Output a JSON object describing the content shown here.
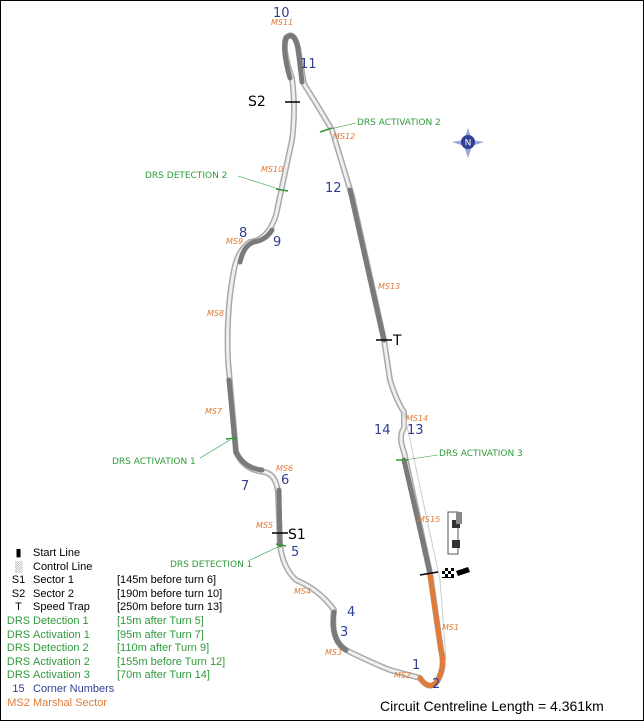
{
  "corners": [
    {
      "id": "c1",
      "label": "1"
    },
    {
      "id": "c2",
      "label": "2"
    },
    {
      "id": "c3",
      "label": "3"
    },
    {
      "id": "c4",
      "label": "4"
    },
    {
      "id": "c5",
      "label": "5"
    },
    {
      "id": "c6",
      "label": "6"
    },
    {
      "id": "c7",
      "label": "7"
    },
    {
      "id": "c8",
      "label": "8"
    },
    {
      "id": "c9",
      "label": "9"
    },
    {
      "id": "c10",
      "label": "10"
    },
    {
      "id": "c11",
      "label": "11"
    },
    {
      "id": "c12",
      "label": "12"
    },
    {
      "id": "c13",
      "label": "13"
    },
    {
      "id": "c14",
      "label": "14"
    }
  ],
  "marshal_sectors": [
    "MS1",
    "MS2",
    "MS3",
    "MS4",
    "MS5",
    "MS6",
    "MS7",
    "MS8",
    "MS9",
    "MS10",
    "MS11",
    "MS12",
    "MS13",
    "MS14",
    "MS15"
  ],
  "drs_labels": {
    "detection_1": "DRS DETECTION 1",
    "detection_2": "DRS DETECTION 2",
    "activation_1": "DRS ACTIVATION 1",
    "activation_2": "DRS ACTIVATION 2",
    "activation_3": "DRS ACTIVATION 3"
  },
  "sector_labels": {
    "s1": "S1",
    "s2": "S2",
    "t": "T"
  },
  "compass_letter": "N",
  "legend": [
    {
      "symbol": "▮",
      "name": "Start Line",
      "desc": "",
      "kind": "plain"
    },
    {
      "symbol": "░",
      "name": "Control Line",
      "desc": "",
      "kind": "plain"
    },
    {
      "symbol": "S1",
      "name": "Sector 1",
      "desc": "[145m before turn 6]",
      "kind": "plain"
    },
    {
      "symbol": "S2",
      "name": "Sector 2",
      "desc": "[190m before turn 10]",
      "kind": "plain"
    },
    {
      "symbol": "T",
      "name": "Speed Trap",
      "desc": "[250m before turn 13]",
      "kind": "plain"
    },
    {
      "symbol": "DRS",
      "name": "Detection 1",
      "desc": "[15m after Turn 5]",
      "kind": "drs"
    },
    {
      "symbol": "DRS",
      "name": "Activation 1",
      "desc": "[95m after Turn 7]",
      "kind": "drs"
    },
    {
      "symbol": "DRS",
      "name": "Detection 2",
      "desc": "[110m after Turn 9]",
      "kind": "drs"
    },
    {
      "symbol": "DRS",
      "name": "Activation 2",
      "desc": "[155m before Turn 12]",
      "kind": "drs"
    },
    {
      "symbol": "DRS",
      "name": "Activation 3",
      "desc": "[70m  after Turn 14]",
      "kind": "drs"
    },
    {
      "symbol": "15",
      "name": "Corner Numbers",
      "desc": "",
      "kind": "corner"
    },
    {
      "symbol": "MS2",
      "name": "Marshal Sector",
      "desc": "",
      "kind": "ms"
    }
  ],
  "circuit_length_text": "Circuit Centreline Length = 4.361km",
  "colors": {
    "track_outline": "#a9a9a9",
    "track_fill": "#efefef",
    "drs_zone": "#7a7a7a",
    "start_sector": "#e07b39",
    "drs": "#2f9a3a",
    "corner": "#2e3f95",
    "marshal": "#e07b39"
  }
}
